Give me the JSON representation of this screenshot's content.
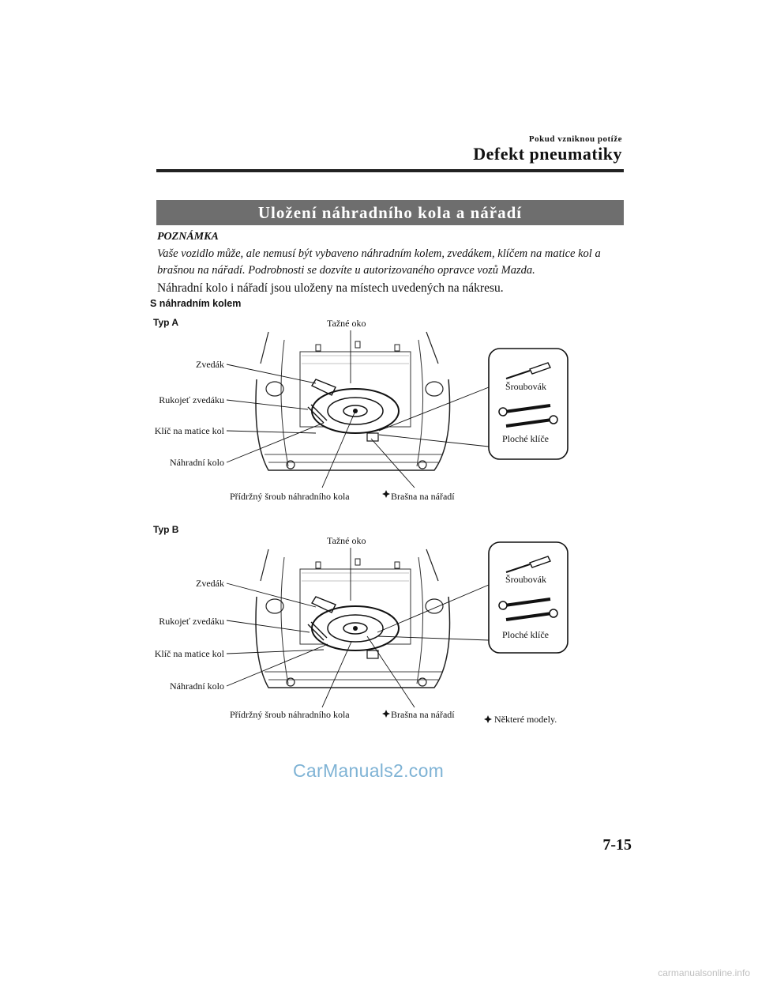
{
  "header": {
    "section": "Pokud vzniknou potíže",
    "title": "Defekt pneumatiky"
  },
  "banner": "Uložení náhradního kola a nářadí",
  "note": {
    "heading": "POZNÁMKA",
    "text": "Vaše vozidlo může, ale nemusí být vybaveno náhradním kolem, zvedákem, klíčem na matice kol a brašnou na nářadí. Podrobnosti se dozvíte u autorizovaného opravce vozů Mazda."
  },
  "body": "Náhradní kolo i nářadí jsou uloženy na místech uvedených na nákresu.",
  "section_title": "S náhradním kolem",
  "figure_a": {
    "type": "Typ A",
    "labels": {
      "tazne_oko": "Tažné oko",
      "zvedak": "Zvedák",
      "rukojet": "Rukojeť zvedáku",
      "klic": "Klíč na matice kol",
      "kolo": "Náhradní kolo",
      "sroub": "Přídržný šroub náhradního kola",
      "brasna": "Brašna na nářadí",
      "sroubovak": "Šroubovák",
      "klice": "Ploché klíče"
    }
  },
  "figure_b": {
    "type": "Typ B",
    "labels": {
      "tazne_oko": "Tažné oko",
      "zvedak": "Zvedák",
      "rukojet": "Rukojeť zvedáku",
      "klic": "Klíč na matice kol",
      "kolo": "Náhradní kolo",
      "sroub": "Přídržný šroub náhradního kola",
      "brasna": "Brašna na nářadí",
      "sroubovak": "Šroubovák",
      "klice": "Ploché klíče"
    }
  },
  "footnote": "Některé modely.",
  "watermark": "CarManuals2.com",
  "page_number": "7-15",
  "footer_watermark": "carmanualsonline.info"
}
